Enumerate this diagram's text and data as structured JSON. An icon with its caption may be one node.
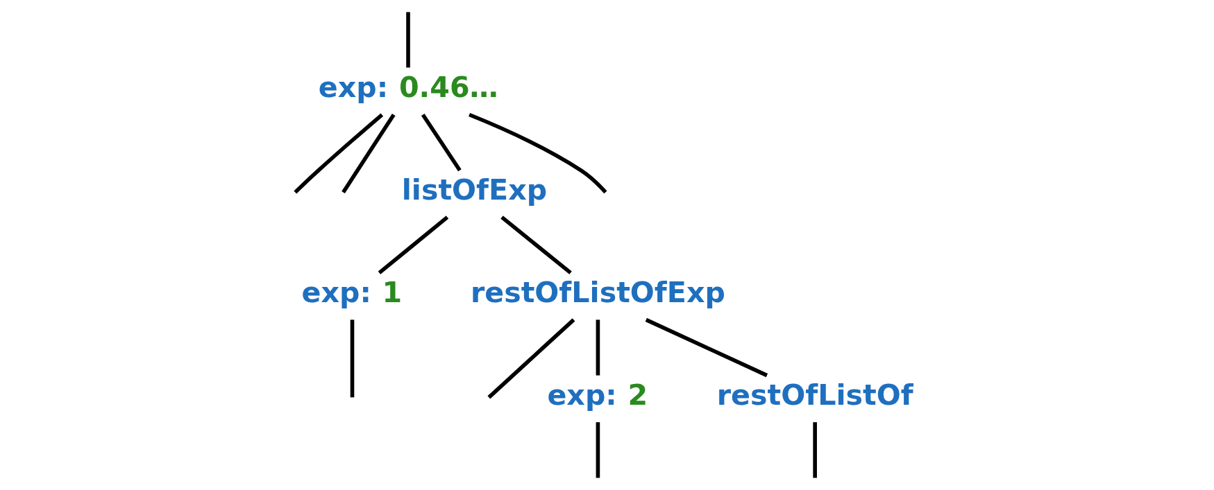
{
  "diagram": {
    "nodes": [
      {
        "text": [
          "exp:",
          "0.46…"
        ]
      },
      {
        "text": [
          "listOfExp"
        ]
      },
      {
        "text": [
          "restOfListOfExp"
        ]
      },
      {
        "text": [
          "exp:",
          "1"
        ]
      },
      {
        "text": [
          "exp:",
          "2"
        ]
      },
      {
        "text": [
          "restOfListOf"
        ]
      }
    ],
    "edges": [
      {
        "from": null,
        "to": 0,
        "arrow": "none"
      },
      {
        "from": 0,
        "to": null,
        "arrow": "none"
      },
      {
        "from": 0,
        "to": null,
        "arrow": "none"
      },
      {
        "from": 0,
        "to": 1,
        "arrow": "none"
      },
      {
        "from": 0,
        "to": null,
        "arrow": "none"
      },
      {
        "from": 1,
        "to": 3,
        "arrow": "none"
      },
      {
        "from": 1,
        "to": 2,
        "arrow": "none"
      },
      {
        "from": 2,
        "to": null,
        "arrow": "none"
      },
      {
        "from": 2,
        "to": 4,
        "arrow": "none"
      },
      {
        "from": 2,
        "to": 5,
        "arrow": "none"
      },
      {
        "from": 3,
        "to": null,
        "arrow": "none"
      },
      {
        "from": 4,
        "to": null,
        "arrow": "none"
      },
      {
        "from": 5,
        "to": null,
        "arrow": "none"
      }
    ]
  }
}
